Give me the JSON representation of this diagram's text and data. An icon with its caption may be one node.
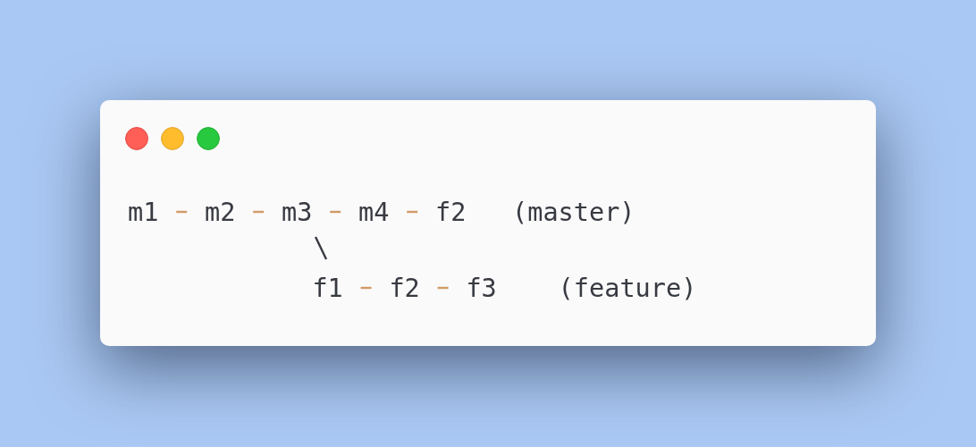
{
  "diagram": {
    "nodes": [
      {
        "text": [
          "m1"
        ]
      },
      {
        "text": [
          "m2"
        ]
      },
      {
        "text": [
          "m3"
        ]
      },
      {
        "text": [
          "m4"
        ]
      },
      {
        "text": [
          "f2"
        ],
        "beside": [
          "(master)"
        ]
      },
      {
        "text": [
          "f1"
        ]
      },
      {
        "text": [
          "f2"
        ]
      },
      {
        "text": [
          "f3"
        ],
        "beside": [
          "(feature)"
        ]
      }
    ],
    "edges": [
      {
        "from": 0,
        "to": 1,
        "arrow": "none"
      },
      {
        "from": 1,
        "to": 2,
        "arrow": "none"
      },
      {
        "from": 2,
        "to": 3,
        "arrow": "none"
      },
      {
        "from": 3,
        "to": 4,
        "arrow": "none"
      },
      {
        "from": 2,
        "to": 5,
        "arrow": "none",
        "color": "#383a42"
      },
      {
        "from": 5,
        "to": 6,
        "arrow": "none"
      },
      {
        "from": 6,
        "to": 7,
        "arrow": "none"
      }
    ]
  }
}
